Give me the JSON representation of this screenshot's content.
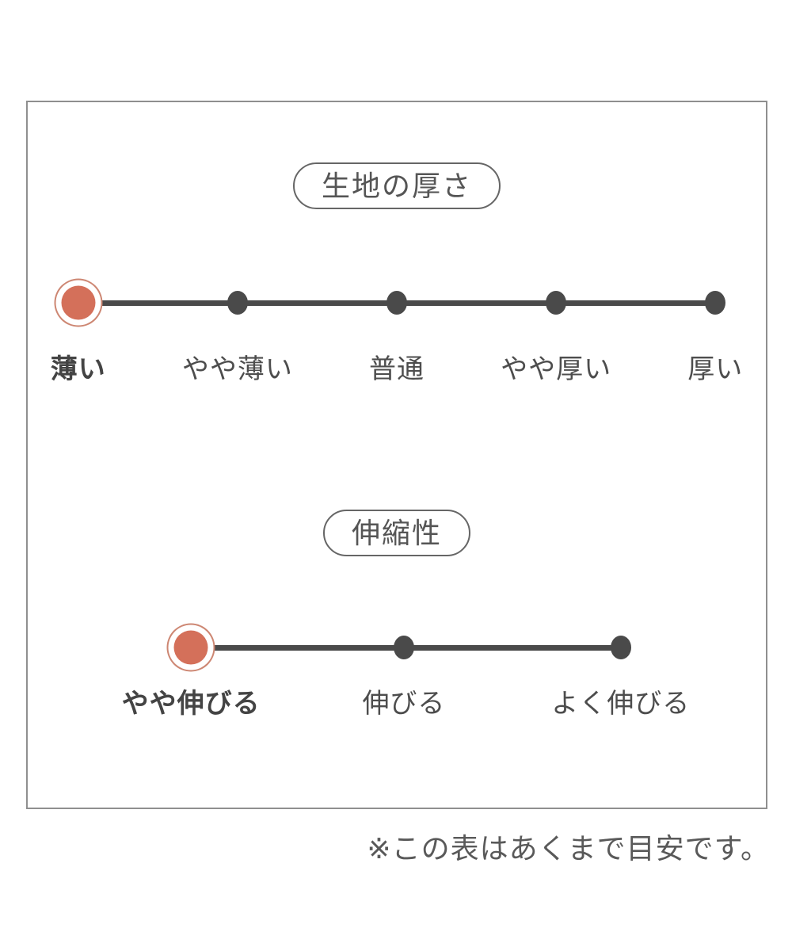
{
  "colors": {
    "accent": "#d4705a",
    "accent_ring": "#cd8672",
    "track": "#4a4a4a",
    "label_text": "#4d4d4d",
    "frame_border": "#8f8f8f"
  },
  "scales": [
    {
      "title": "生地の厚さ",
      "selected_index": 0,
      "selected_label": "薄い",
      "points": [
        {
          "label": "薄い",
          "selected": true
        },
        {
          "label": "やや薄い",
          "selected": false
        },
        {
          "label": "普通",
          "selected": false
        },
        {
          "label": "やや厚い",
          "selected": false
        },
        {
          "label": "厚い",
          "selected": false
        }
      ]
    },
    {
      "title": "伸縮性",
      "selected_index": 0,
      "selected_label": "やや伸びる",
      "points": [
        {
          "label": "やや伸びる",
          "selected": true
        },
        {
          "label": "伸びる",
          "selected": false
        },
        {
          "label": "よく伸びる",
          "selected": false
        }
      ]
    }
  ],
  "footnote": "※この表はあくまで目安です。"
}
